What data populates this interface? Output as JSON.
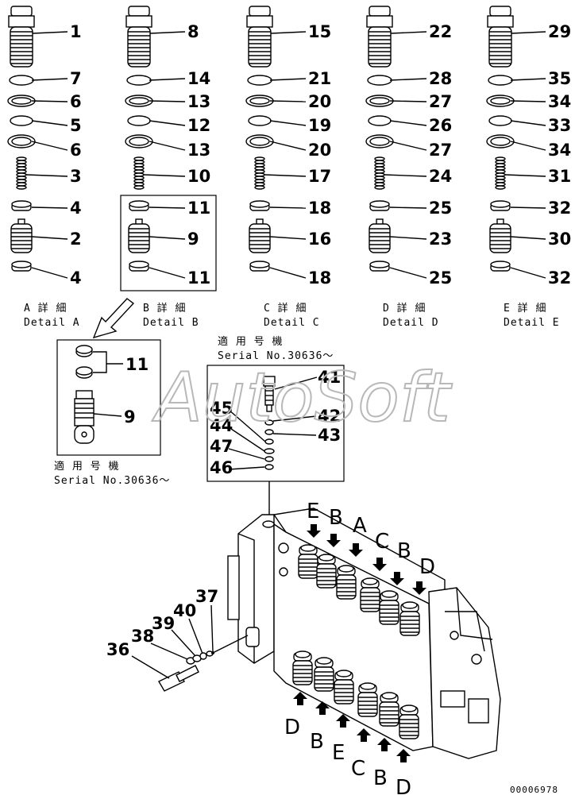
{
  "watermark": "AutoSoft",
  "details": [
    {
      "id": "A",
      "jp": "A 詳 細",
      "en": "Detail A",
      "callouts": [
        "1",
        "7",
        "6",
        "5",
        "6",
        "3",
        "4",
        "2",
        "4"
      ]
    },
    {
      "id": "B",
      "jp": "B 詳 細",
      "en": "Detail B",
      "callouts": [
        "8",
        "14",
        "13",
        "12",
        "13",
        "10",
        "11",
        "9",
        "11"
      ]
    },
    {
      "id": "C",
      "jp": "C 詳 細",
      "en": "Detail C",
      "callouts": [
        "15",
        "21",
        "20",
        "19",
        "20",
        "17",
        "18",
        "16",
        "18"
      ]
    },
    {
      "id": "D",
      "jp": "D 詳 細",
      "en": "Detail D",
      "callouts": [
        "22",
        "28",
        "27",
        "26",
        "27",
        "24",
        "25",
        "23",
        "25"
      ]
    },
    {
      "id": "E",
      "jp": "E 詳 細",
      "en": "Detail E",
      "callouts": [
        "29",
        "35",
        "34",
        "33",
        "34",
        "31",
        "32",
        "30",
        "32"
      ]
    }
  ],
  "alt_box": {
    "callouts": [
      "11",
      "9"
    ],
    "serial_jp": "適 用 号 機",
    "serial_en": "Serial No.30636～"
  },
  "relief_box": {
    "serial_jp": "適 用 号 機",
    "serial_en": "Serial No.30636～",
    "callouts": [
      "41",
      "42",
      "43",
      "45",
      "44",
      "47",
      "46"
    ]
  },
  "valve_callouts": [
    "36",
    "38",
    "39",
    "40",
    "37"
  ],
  "top_letters": [
    "E",
    "B",
    "A",
    "C",
    "B",
    "D"
  ],
  "bottom_letters": [
    "D",
    "B",
    "E",
    "C",
    "B",
    "D"
  ],
  "drawing_code": "00006978"
}
